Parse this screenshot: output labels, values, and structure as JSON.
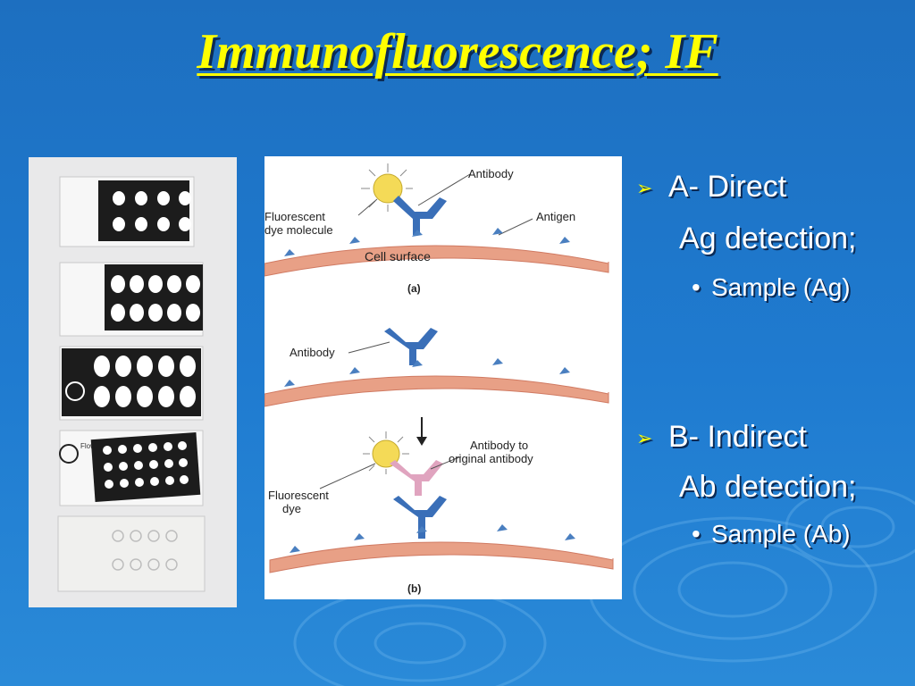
{
  "title": "Immunofluorescence; IF",
  "photo": {
    "slide4_logo_text": "Flow Labs"
  },
  "diagram": {
    "panel_a": {
      "antibody": "Antibody",
      "fluorescent_dye_line1": "Fluorescent",
      "fluorescent_dye_line2": "dye molecule",
      "antigen": "Antigen",
      "cell_surface": "Cell surface",
      "caption": "(a)"
    },
    "panel_b": {
      "antibody": "Antibody",
      "second_ab_line1": "Antibody to",
      "second_ab_line2": "original antibody",
      "fluorescent_dye_line1": "Fluorescent",
      "fluorescent_dye_line2": "dye",
      "caption": "(b)"
    }
  },
  "bullets": [
    {
      "label": "A- Direct",
      "detail": "Ag detection;",
      "sub": "Sample (Ag)"
    },
    {
      "label": "B- Indirect",
      "detail": "Ab detection;",
      "sub": "Sample (Ab)"
    }
  ],
  "colors": {
    "background": "#1f7bd0",
    "title": "#ffff00",
    "text": "#ffffff",
    "arrow_bullet": "#ffff00"
  }
}
